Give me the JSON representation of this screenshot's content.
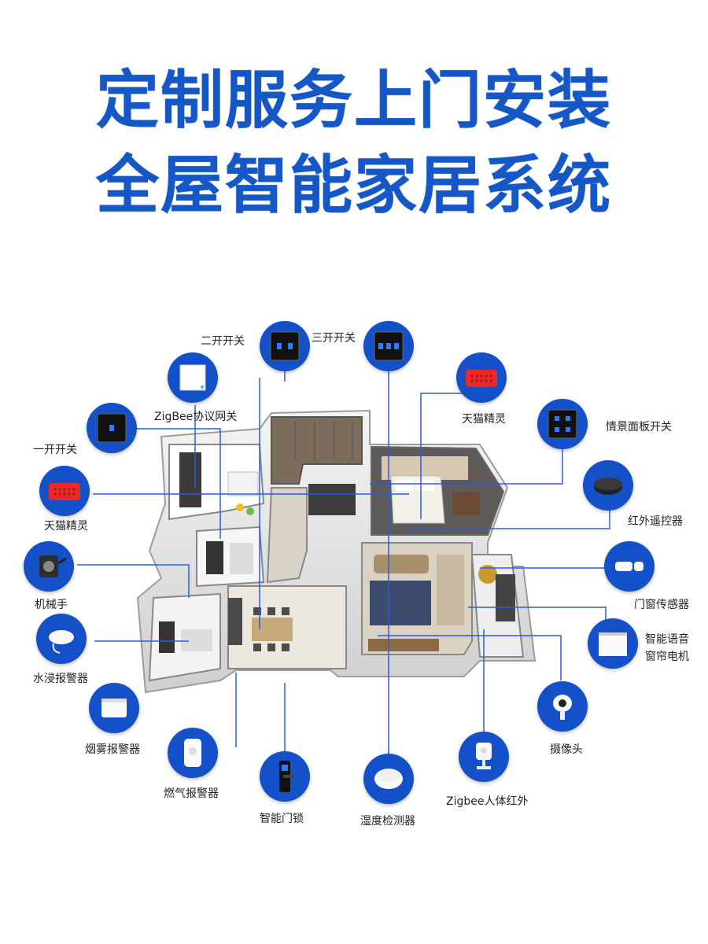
{
  "title": {
    "line1": "定制服务上门安装",
    "line2": "全屋智能家居系统"
  },
  "devices": [
    {
      "id": "two-gang-switch",
      "label": "二开开关",
      "icon": "two-gang-switch-icon"
    },
    {
      "id": "three-gang-switch",
      "label": "三开开关",
      "icon": "three-gang-switch-icon"
    },
    {
      "id": "zigbee-gateway",
      "label": "ZigBee协议网关",
      "icon": "gateway-icon"
    },
    {
      "id": "tmall-genie-top",
      "label": "天猫精灵",
      "icon": "smart-speaker-icon"
    },
    {
      "id": "scene-panel-switch",
      "label": "情景面板开关",
      "icon": "scene-panel-icon"
    },
    {
      "id": "one-gang-switch",
      "label": "一开开关",
      "icon": "one-gang-switch-icon"
    },
    {
      "id": "tmall-genie-left",
      "label": "天猫精灵",
      "icon": "smart-speaker-icon"
    },
    {
      "id": "ir-remote",
      "label": "红外遥控器",
      "icon": "ir-remote-icon"
    },
    {
      "id": "robotic-arm",
      "label": "机械手",
      "icon": "robotic-arm-icon"
    },
    {
      "id": "door-sensor",
      "label": "门窗传感器",
      "icon": "door-sensor-icon"
    },
    {
      "id": "water-leak-alarm",
      "label": "水浸报警器",
      "icon": "water-sensor-icon"
    },
    {
      "id": "curtain-motor",
      "label_line1": "智能语音",
      "label_line2": "窗帘电机",
      "icon": "curtain-motor-icon"
    },
    {
      "id": "smoke-alarm",
      "label": "烟雾报警器",
      "icon": "smoke-detector-icon"
    },
    {
      "id": "camera",
      "label": "摄像头",
      "icon": "camera-icon"
    },
    {
      "id": "gas-alarm",
      "label": "燃气报警器",
      "icon": "gas-detector-icon"
    },
    {
      "id": "smart-lock",
      "label": "智能门锁",
      "icon": "smart-lock-icon"
    },
    {
      "id": "humidity-sensor",
      "label": "湿度检测器",
      "icon": "humidity-sensor-icon"
    },
    {
      "id": "zigbee-pir",
      "label": "Zigbee人体红外",
      "icon": "motion-sensor-icon"
    }
  ],
  "colors": {
    "title": "#1557c6",
    "circle": "#1450c8",
    "line": "#2a5fd6"
  }
}
